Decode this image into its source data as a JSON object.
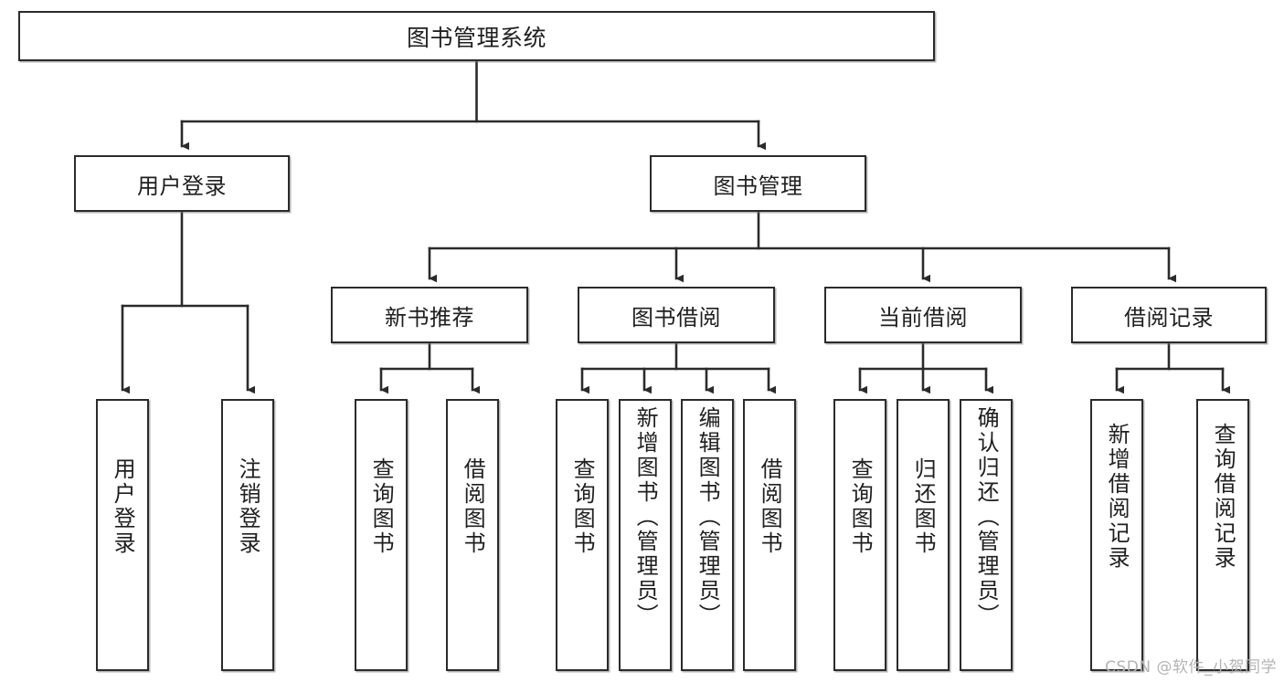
{
  "diagram": {
    "type": "tree",
    "title": "图书管理系统",
    "watermark": "CSDN @软件_小贺同学",
    "colors": {
      "box_border": "#2b2b2b",
      "box_fill": "#ffffff",
      "connector": "#2b2b2b",
      "text": "#1f1f1f",
      "watermark": "#b4b4b4",
      "background": "#ffffff"
    },
    "root": {
      "label": "图书管理系统"
    },
    "level1": [
      {
        "label": "用户登录"
      },
      {
        "label": "图书管理"
      }
    ],
    "level2": [
      {
        "label": "新书推荐"
      },
      {
        "label": "图书借阅"
      },
      {
        "label": "当前借阅"
      },
      {
        "label": "借阅记录"
      }
    ],
    "leaves": {
      "user_login": [
        {
          "label": "用户登录"
        },
        {
          "label": "注销登录"
        }
      ],
      "new_book_recommend": [
        {
          "label": "查询图书"
        },
        {
          "label": "借阅图书"
        }
      ],
      "book_borrow": [
        {
          "label": "查询图书"
        },
        {
          "label": "新增图书（管理员）"
        },
        {
          "label": "编辑图书（管理员）"
        },
        {
          "label": "借阅图书"
        }
      ],
      "current_borrow": [
        {
          "label": "查询图书"
        },
        {
          "label": "归还图书"
        },
        {
          "label": "确认归还（管理员）"
        }
      ],
      "borrow_record": [
        {
          "label": "新增借阅记录"
        },
        {
          "label": "查询借阅记录"
        }
      ]
    }
  }
}
